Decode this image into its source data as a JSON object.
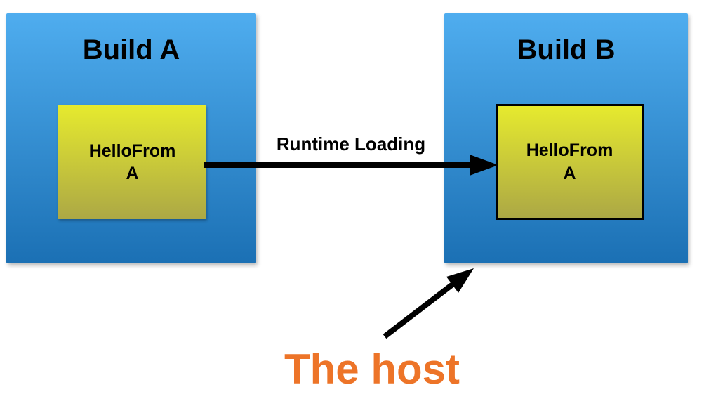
{
  "colors": {
    "blue_top": "#4fadef",
    "blue_bottom": "#1b70b4",
    "yellow_top": "#e6ea2e",
    "yellow_bottom": "#aca845",
    "orange": "#ed7428",
    "ink": "#000000"
  },
  "build_a": {
    "title": "Build A",
    "module": {
      "line1": "HelloFrom",
      "line2": "A"
    }
  },
  "build_b": {
    "title": "Build B",
    "module": {
      "line1": "HelloFrom",
      "line2": "A"
    }
  },
  "runtime_arrow": {
    "label": "Runtime Loading"
  },
  "host": {
    "label": "The host"
  }
}
